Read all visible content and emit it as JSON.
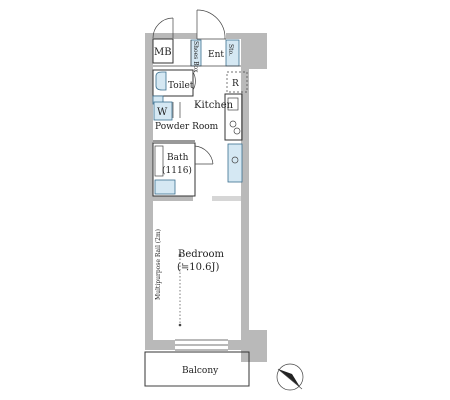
{
  "rooms": {
    "mb": "MB",
    "shoes_box": "Shoes Box",
    "entrance": "Ent",
    "storage": "Sto.",
    "toilet": "Toilet",
    "refrigerator": "R",
    "washer": "W",
    "kitchen": "Kitchen",
    "powder_room": "Powder Room",
    "bath": "Bath",
    "bath_size": "(1116)",
    "bedroom": "Bedroom",
    "bedroom_size": "(≒10.6J)",
    "multipurpose_rail": "Multipurpose Rail (2m)",
    "balcony": "Balcony"
  },
  "compass": {
    "icon": "north-arrow-icon"
  },
  "colors": {
    "wall": "#b9b9b9",
    "fixture": "#d5e8f3",
    "fixture_stroke": "#3a6f8f"
  }
}
